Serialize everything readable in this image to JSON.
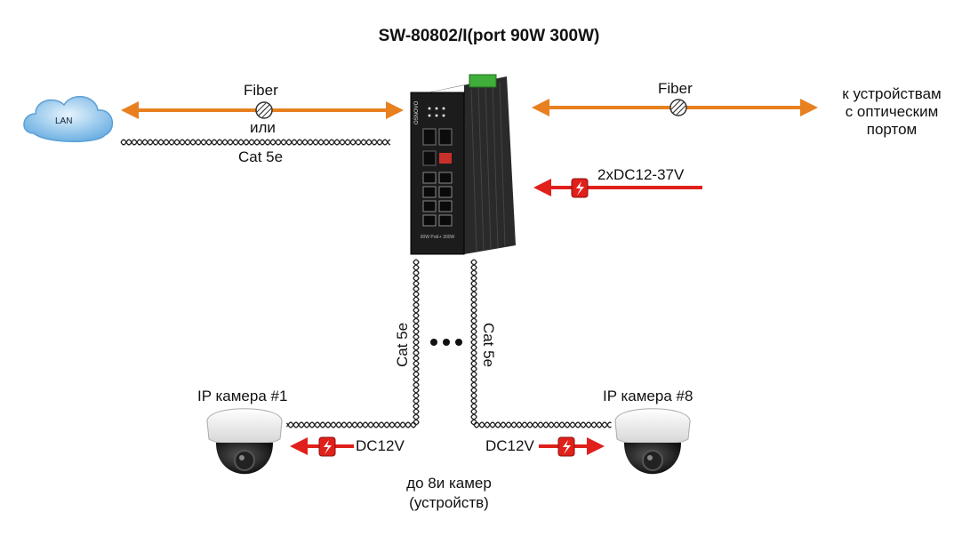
{
  "title": "SW-80802/I(port 90W 300W)",
  "lan_label": "LAN",
  "fiber_left": "Fiber",
  "or_label": "или",
  "cat5e_left": "Cat 5e",
  "fiber_right": "Fiber",
  "devices_label": [
    "к устройствам",
    "с оптическим",
    "портом"
  ],
  "power_in_label": "2xDC12-37V",
  "cat5e_down_left": "Cat 5e",
  "cat5e_down_right": "Cat 5e",
  "camera1_label": "IP камера #1",
  "camera8_label": "IP камера #8",
  "dc_left": "DC12V",
  "dc_right": "DC12V",
  "footer_label": [
    "до 8и камер",
    "(устройств)"
  ],
  "switch_brand": "OSNOVO",
  "switch_plate": "90W PoE+ 300W",
  "colors": {
    "fiber": "#e8801f",
    "power": "#e0201a",
    "switch": "#1c1c1c",
    "cloud": "#8fc3ea",
    "terminal": "#3fae3a"
  }
}
